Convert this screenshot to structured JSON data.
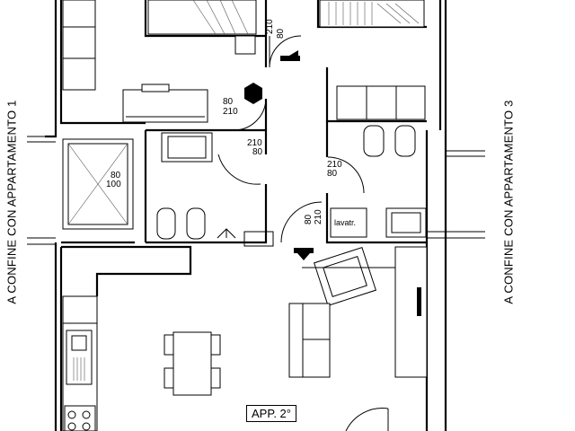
{
  "labels": {
    "left_boundary": "A CONFINE CON APPARTAMENTO 1",
    "right_boundary": "A CONFINE CON APPARTAMENTO 3",
    "unit": "APP. 2°",
    "sink_tag": "lavatr."
  },
  "doors": [
    {
      "id": "bedroom-1",
      "width": "210",
      "height": "80"
    },
    {
      "id": "hall-left",
      "width": "80",
      "height": "210"
    },
    {
      "id": "bath-left",
      "width": "210",
      "height": "80"
    },
    {
      "id": "bath-right",
      "width": "210",
      "height": "80"
    },
    {
      "id": "living",
      "width": "80",
      "height": "210"
    }
  ],
  "shower": {
    "width": "80",
    "height": "100"
  }
}
